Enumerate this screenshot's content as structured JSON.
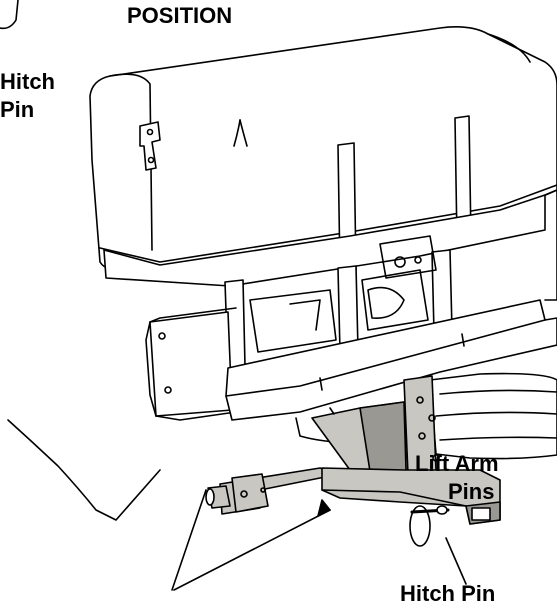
{
  "labels": {
    "position": "POSITION",
    "hitch_top_line1": "Hitch",
    "hitch_top_line2": "Pin",
    "lift_arm_line1": "Lift Arm",
    "lift_arm_line2": "Pins",
    "hitch_pin_bottom": "Hitch Pin"
  },
  "colors": {
    "line": "#000000",
    "metal": "#c9c7c1",
    "metal_dark": "#9a9892",
    "background": "#ffffff"
  }
}
